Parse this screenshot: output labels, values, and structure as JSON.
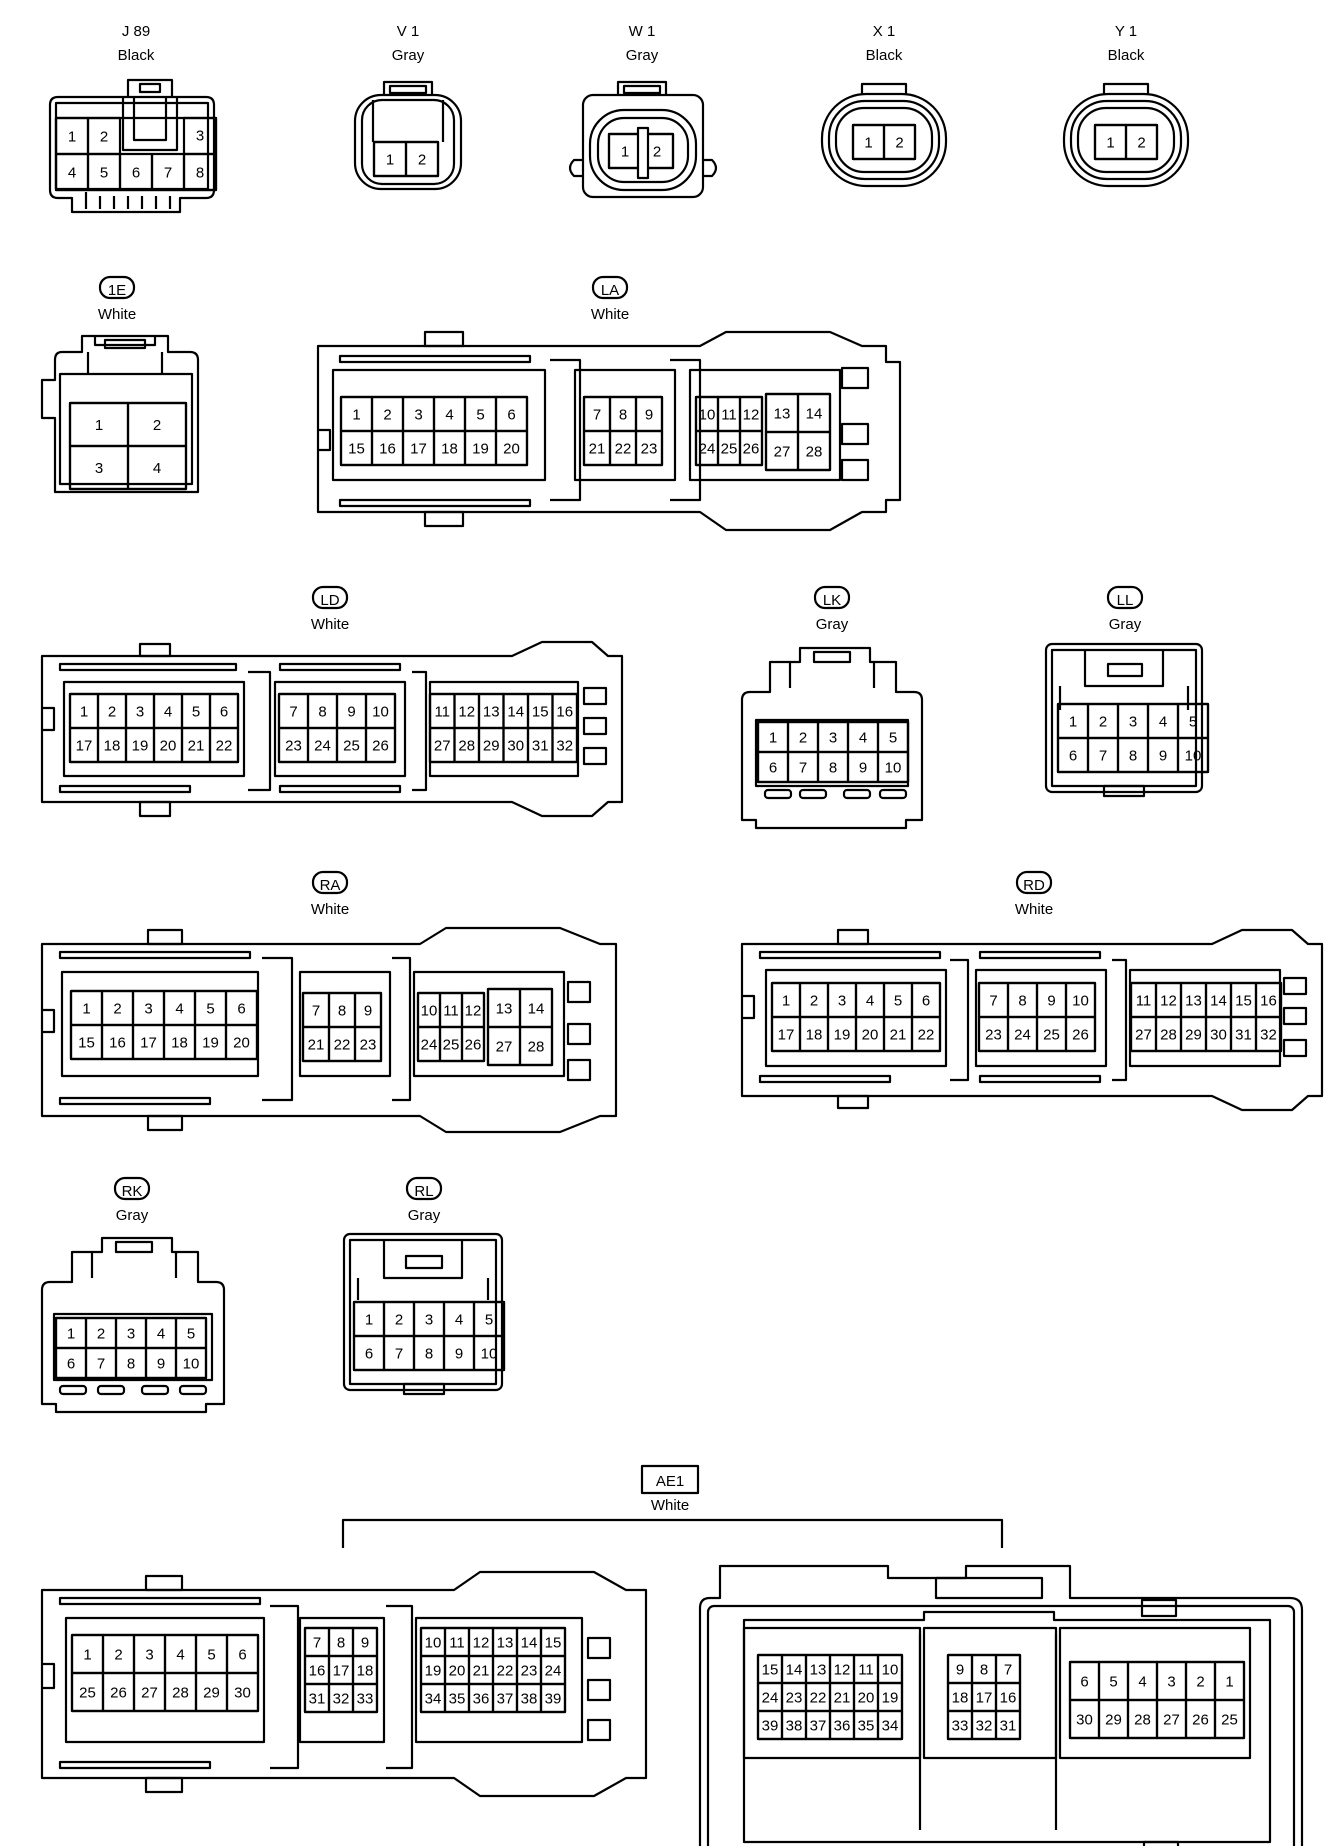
{
  "connectors": [
    {
      "id": "J 89",
      "color": "Black"
    },
    {
      "id": "V 1",
      "color": "Gray"
    },
    {
      "id": "W 1",
      "color": "Gray"
    },
    {
      "id": "X 1",
      "color": "Black"
    },
    {
      "id": "Y 1",
      "color": "Black"
    },
    {
      "id": "1E",
      "color": "White"
    },
    {
      "id": "LA",
      "color": "White"
    },
    {
      "id": "LD",
      "color": "White"
    },
    {
      "id": "LK",
      "color": "Gray"
    },
    {
      "id": "LL",
      "color": "Gray"
    },
    {
      "id": "RA",
      "color": "White"
    },
    {
      "id": "RD",
      "color": "White"
    },
    {
      "id": "RK",
      "color": "Gray"
    },
    {
      "id": "RL",
      "color": "Gray"
    },
    {
      "id": "AE1",
      "color": "White"
    }
  ]
}
